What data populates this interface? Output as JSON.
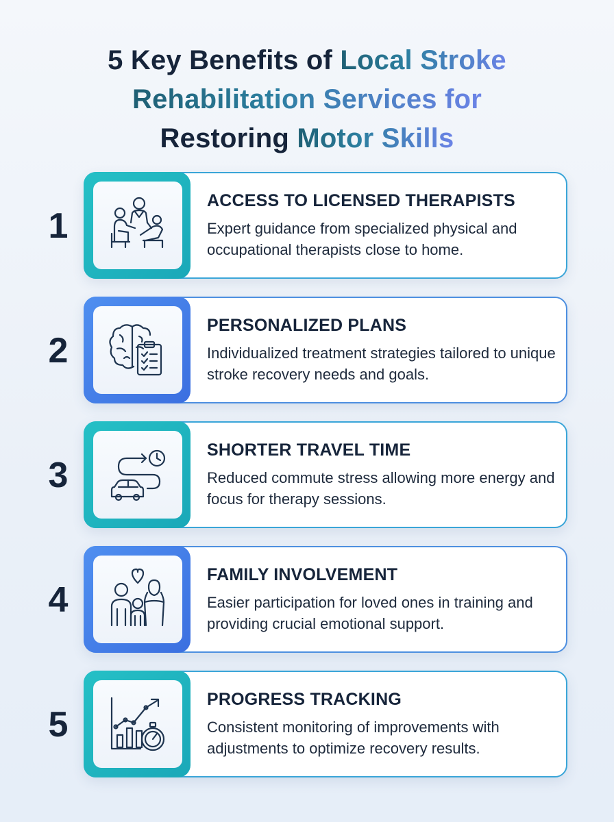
{
  "title": {
    "line1_dark": "5 Key Benefits of",
    "line1_accent": "Local Stroke",
    "line2_accent": "Rehabilitation Services for",
    "line3_dark": "Restoring",
    "line3_accent": "Motor Skills"
  },
  "colors": {
    "teal_accent": "#25c0c6",
    "blue_accent": "#4f8ff0",
    "heading_dark": "#16243a"
  },
  "benefits": [
    {
      "number": "1",
      "icon": "therapist-patient-icon",
      "title": "ACCESS TO LICENSED THERAPISTS",
      "description": "Expert guidance from specialized physical and occupational therapists close to home."
    },
    {
      "number": "2",
      "icon": "brain-clipboard-icon",
      "title": "PERSONALIZED PLANS",
      "description": "Individualized treatment strategies tailored to unique stroke recovery needs and goals."
    },
    {
      "number": "3",
      "icon": "car-route-clock-icon",
      "title": "SHORTER TRAVEL TIME",
      "description": "Reduced commute stress allowing more energy and focus for therapy sessions."
    },
    {
      "number": "4",
      "icon": "family-heart-icon",
      "title": "FAMILY INVOLVEMENT",
      "description": "Easier participation for loved ones in training and providing crucial emotional support."
    },
    {
      "number": "5",
      "icon": "chart-stopwatch-icon",
      "title": "PROGRESS TRACKING",
      "description": "Consistent monitoring of improvements with adjustments to optimize recovery results."
    }
  ]
}
